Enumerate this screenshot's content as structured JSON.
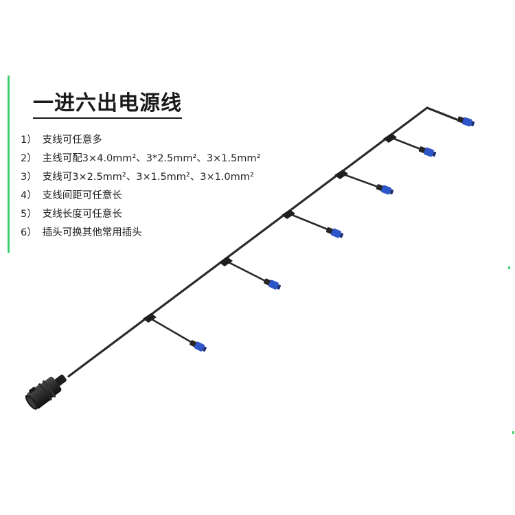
{
  "title": "一进六出电源线",
  "features": [
    {
      "num": "1）",
      "text": "支线可任意多"
    },
    {
      "num": "2）",
      "text": "主线可配3×4.0mm²、3*2.5mm²、3×1.5mm²"
    },
    {
      "num": "3）",
      "text": "支线可3×2.5mm²、3×1.5mm²、3×1.0mm²"
    },
    {
      "num": "4）",
      "text": "支线间距可任意长"
    },
    {
      "num": "5）",
      "text": "支线长度可任意长"
    },
    {
      "num": "6）",
      "text": "插头可换其他常用插头"
    }
  ],
  "colors": {
    "accent": "#3ecf6e",
    "cable": "#2a2a2a",
    "connector": "#2f56c8"
  },
  "icons": {
    "main_plug": "industrial-plug-icon",
    "branch_connector": "powercon-connector-icon"
  }
}
